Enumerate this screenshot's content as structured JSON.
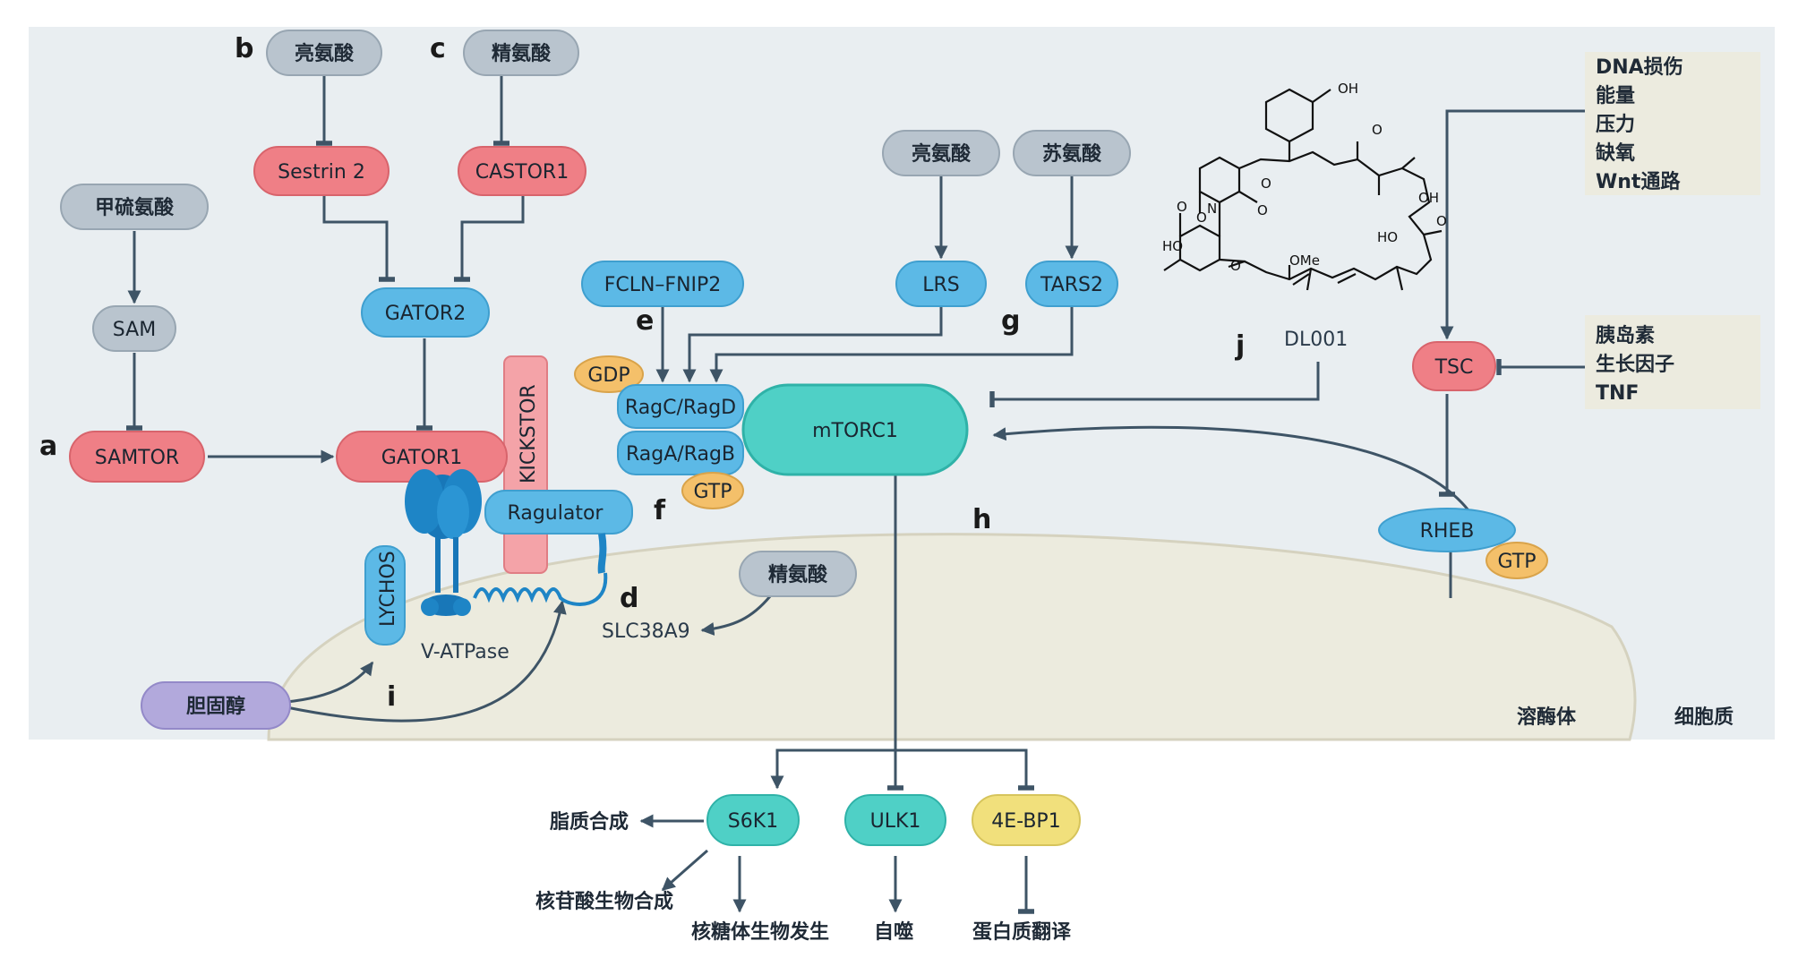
{
  "colors": {
    "background": "#e9eef1",
    "cytoplasm_band": "#edf1f3",
    "lysosome": "#ecebde",
    "gray_node": "#b9c4ce",
    "red_node": "#ef7f86",
    "blue_node": "#5cb9e6",
    "teal_node": "#4fd0c6",
    "yellow_node": "#f1e07c",
    "purple_node": "#b2a9dc",
    "orange_node": "#f4c06a",
    "kickstor": "#f4a3a8",
    "vatpase": "#1877b8",
    "arrow": "#3e5466"
  },
  "panel_letters": {
    "a": "a",
    "b": "b",
    "c": "c",
    "d": "d",
    "e": "e",
    "f": "f",
    "g": "g",
    "h": "h",
    "i": "i",
    "j": "j"
  },
  "nodes": {
    "methionine": "甲硫氨酸",
    "sam": "SAM",
    "samtor": "SAMTOR",
    "leucine_b": "亮氨酸",
    "sestrin2": "Sestrin 2",
    "arginine_c": "精氨酸",
    "castor1": "CASTOR1",
    "gator2": "GATOR2",
    "gator1": "GATOR1",
    "kickstor": "KICKSTOR",
    "ragulator": "Ragulator",
    "lychos": "LYCHOS",
    "vatpase": "V-ATPase",
    "arginine_d": "精氨酸",
    "slc38a9": "SLC38A9",
    "cholesterol": "胆固醇",
    "fcln_fnip2": "FCLN–FNIP2",
    "gdp": "GDP",
    "ragc_ragd": "RagC/RagD",
    "raga_ragb": "RagA/RagB",
    "gtp_rag": "GTP",
    "mtorc1": "mTORC1",
    "leucine_g": "亮氨酸",
    "threonine": "苏氨酸",
    "lrs": "LRS",
    "tars2": "TARS2",
    "dl001": "DL001",
    "tsc": "TSC",
    "rheb": "RHEB",
    "gtp_rheb": "GTP",
    "s6k1": "S6K1",
    "ulk1": "ULK1",
    "4ebp1": "4E-BP1"
  },
  "stress_inputs": [
    "DNA损伤",
    "能量",
    "压力",
    "缺氧",
    "Wnt通路"
  ],
  "growth_inputs": [
    "胰岛素",
    "生长因子",
    "TNF"
  ],
  "outputs": {
    "lipid": "脂质合成",
    "nucleotide": "核苷酸生物合成",
    "ribosome": "核糖体生物发生",
    "autophagy": "自噬",
    "protein": "蛋白质翻译"
  },
  "compartments": {
    "lysosome": "溶酶体",
    "cytoplasm": "细胞质"
  },
  "chem_labels": {
    "oh_top": "OH",
    "oh_right": "OH",
    "ho_right": "HO",
    "ho_left": "HO",
    "ome": "OMe",
    "n": "N",
    "o1": "O",
    "o2": "O",
    "o3": "O",
    "o4": "O",
    "o5": "O",
    "o6": "O",
    "o7": "O"
  }
}
